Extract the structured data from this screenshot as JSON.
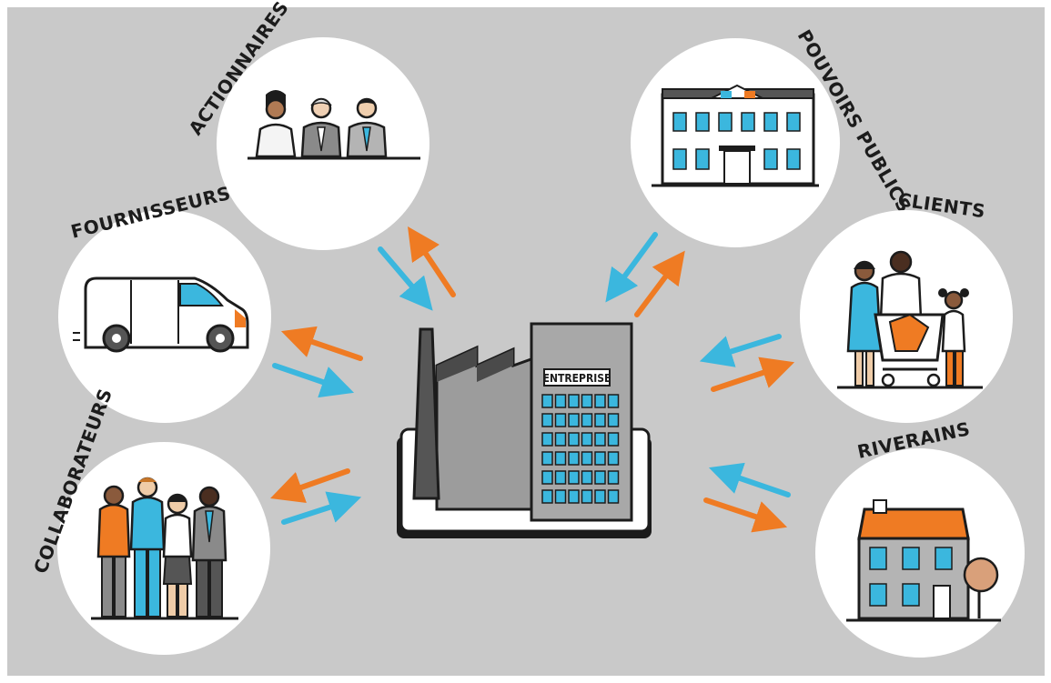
{
  "center": {
    "label": "ENTREPRISE"
  },
  "stakeholders": {
    "actionnaires": "ACTIONNAIRES",
    "fournisseurs": "FOURNISSEURS",
    "collaborateurs": "COLLABORATEURS",
    "pouvoirs_publics": "POUVOIRS PUBLICS",
    "clients": "CLIENTS",
    "riverains": "RIVERAINS"
  },
  "colors": {
    "background": "#c9c9c9",
    "arrow_in": "#3bb7de",
    "arrow_out": "#ef7b23",
    "ink": "#1c1c1c"
  }
}
